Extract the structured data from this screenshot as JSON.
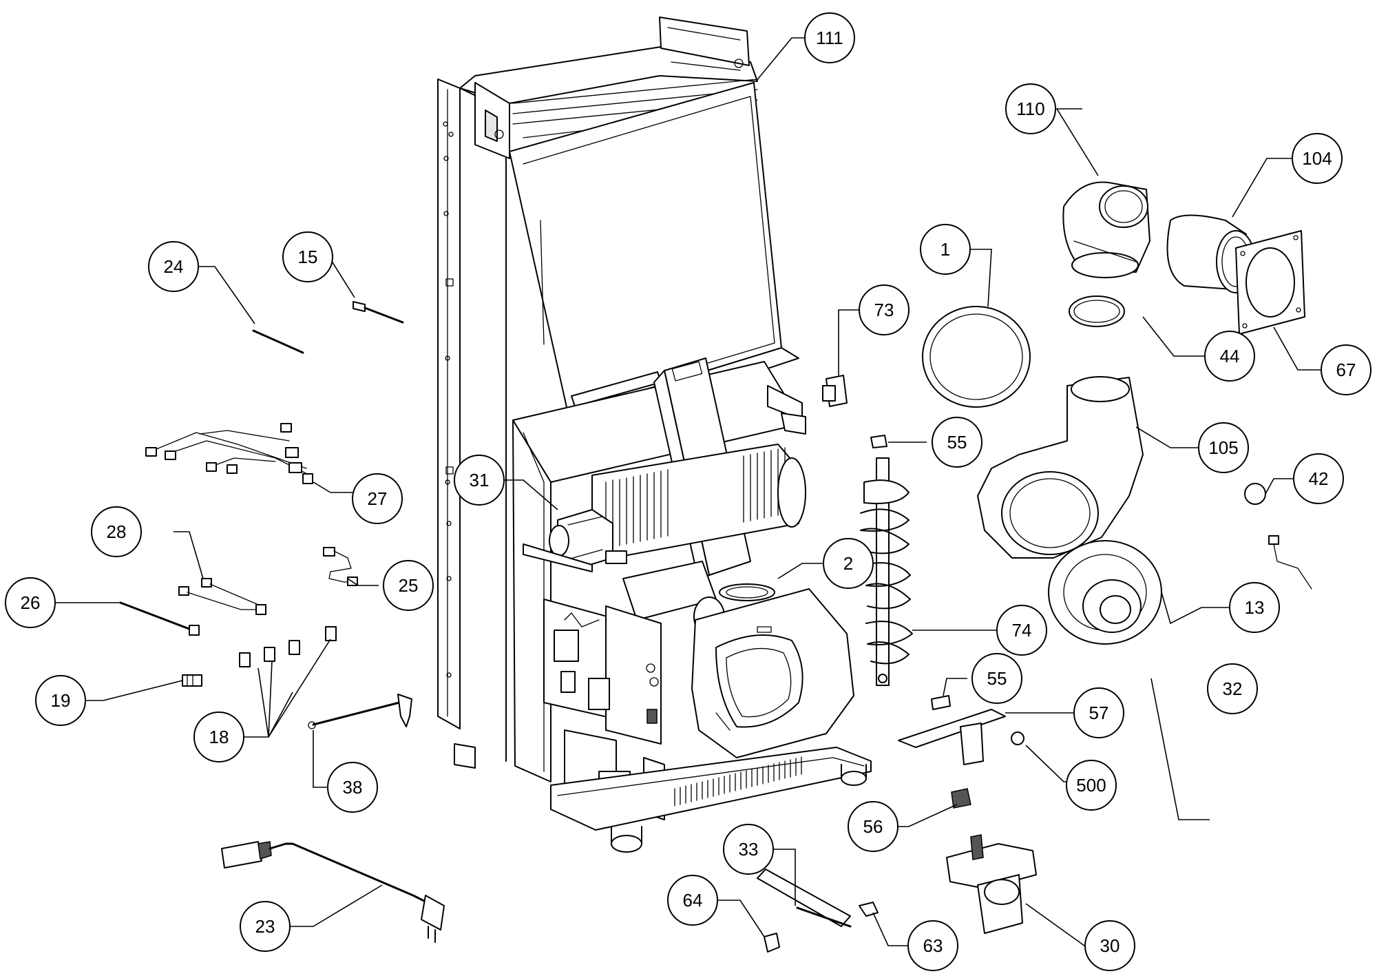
{
  "diagram": {
    "type": "exploded-parts-diagram",
    "callouts": [
      {
        "id": "111",
        "label": "111"
      },
      {
        "id": "110",
        "label": "110"
      },
      {
        "id": "104",
        "label": "104"
      },
      {
        "id": "24",
        "label": "24"
      },
      {
        "id": "15",
        "label": "15"
      },
      {
        "id": "1",
        "label": "1"
      },
      {
        "id": "73",
        "label": "73"
      },
      {
        "id": "44",
        "label": "44"
      },
      {
        "id": "67",
        "label": "67"
      },
      {
        "id": "105",
        "label": "105"
      },
      {
        "id": "55a",
        "label": "55"
      },
      {
        "id": "27",
        "label": "27"
      },
      {
        "id": "31",
        "label": "31"
      },
      {
        "id": "42",
        "label": "42"
      },
      {
        "id": "28",
        "label": "28"
      },
      {
        "id": "2",
        "label": "2"
      },
      {
        "id": "25",
        "label": "25"
      },
      {
        "id": "26",
        "label": "26"
      },
      {
        "id": "13",
        "label": "13"
      },
      {
        "id": "74",
        "label": "74"
      },
      {
        "id": "55b",
        "label": "55"
      },
      {
        "id": "19",
        "label": "19"
      },
      {
        "id": "32",
        "label": "32"
      },
      {
        "id": "57",
        "label": "57"
      },
      {
        "id": "18",
        "label": "18"
      },
      {
        "id": "38",
        "label": "38"
      },
      {
        "id": "500",
        "label": "500"
      },
      {
        "id": "56",
        "label": "56"
      },
      {
        "id": "33",
        "label": "33"
      },
      {
        "id": "64",
        "label": "64"
      },
      {
        "id": "23",
        "label": "23"
      },
      {
        "id": "63",
        "label": "63"
      },
      {
        "id": "30",
        "label": "30"
      }
    ]
  }
}
